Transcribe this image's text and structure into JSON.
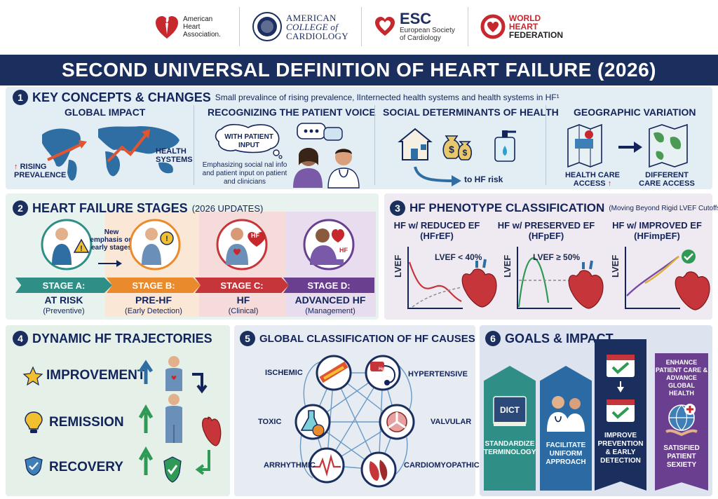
{
  "logos": {
    "aha": "American Heart Association.",
    "acc_line1": "AMERICAN",
    "acc_line2": "COLLEGE of",
    "acc_line3": "CARDIOLOGY",
    "esc_abbr": "ESC",
    "esc_line1": "European Society",
    "esc_line2": "of Cardiology",
    "whf_line1": "WORLD",
    "whf_line2": "HEART",
    "whf_line3": "FEDERATION"
  },
  "title": "SECOND UNIVERSAL DEFINITION OF HEART FAILURE (2026)",
  "section1": {
    "number": "1",
    "title": "KEY CONCEPTS & CHANGES",
    "subtitle": "Small prevalince of rising prevalence, lInternected health systems and health systems in HF¹",
    "global_impact": {
      "heading": "GLOBAL IMPACT",
      "rising": "RISING",
      "prevalence": "PREVALENCE",
      "health": "HEALTH",
      "systems": "SYSTEMS"
    },
    "patient_voice": {
      "heading": "RECOGNIZING THE PATIENT VOICE",
      "bubble": "WITH PATIENT INPUT",
      "caption": "Emphasizing social nal info and patient input on patient and clinicians"
    },
    "social": {
      "heading": "SOCIAL DETERMINANTS OF HEALTH",
      "risk": "to HF risk"
    },
    "geo": {
      "heading": "GEOGRAPHIC VARIATION",
      "access_1": "HEALTH CARE",
      "access_2": "ACCESS",
      "diff_1": "DIFFERENT",
      "diff_2": "CARE ACCESS"
    }
  },
  "section2": {
    "number": "2",
    "title": "HEART FAILURE STAGES",
    "subtitle": "(2026 UPDATES)",
    "note": "New emphasis on early stages",
    "stages": [
      {
        "bar": "STAGE A:",
        "name": "AT RISK",
        "desc": "(Preventive)",
        "color": "#2f8f86"
      },
      {
        "bar": "STAGE B:",
        "name": "PRE-HF",
        "desc": "(Early Detection)",
        "color": "#e98a2c"
      },
      {
        "bar": "STAGE C:",
        "name": "HF",
        "desc": "(Clinical)",
        "color": "#c6353a"
      },
      {
        "bar": "STAGE D:",
        "name": "ADVANCED HF",
        "desc": "(Management)",
        "color": "#6a3f8f"
      }
    ],
    "hf_badge": "HF"
  },
  "section3": {
    "number": "3",
    "title": "HF PHENOTYPE CLASSIFICATION",
    "subtitle": "(Moving Beyond Rigid LVEF Cutoffs)",
    "phenotypes": [
      {
        "line1": "HF w/ REDUCED EF",
        "line2": "(HFrEF)",
        "cut": "LVEF < 40%",
        "axis": "LVEF"
      },
      {
        "line1": "HF w/ PRESERVED EF",
        "line2": "(HFpEF)",
        "cut": "LVEF ≥ 50%",
        "axis": "LVEF"
      },
      {
        "line1": "HF w/ IMPROVED EF",
        "line2": "(HFimpEF)",
        "cut": "",
        "axis": "LVEF"
      }
    ]
  },
  "section4": {
    "number": "4",
    "title": "DYNAMIC HF TRAJECTORIES",
    "items": [
      "IMPROVEMENT",
      "REMISSION",
      "RECOVERY"
    ]
  },
  "section5": {
    "number": "5",
    "title": "GLOBAL CLASSIFICATION OF HF CAUSES",
    "causes": {
      "ischemic": "ISCHEMIC",
      "hypertensive": "HYPERTENSIVE",
      "toxic": "TOXIC",
      "valvular": "VALVULAR",
      "arrhythmic": "ARRHYTHMIC",
      "cardiomyopathic": "CARDIOMYOPATHIC"
    },
    "hgh_label": "Hgh"
  },
  "section6": {
    "number": "6",
    "title": "GOALS & IMPACT",
    "goals": [
      {
        "text": "STANDARDIZE TERMINOLOGY",
        "book": "DICT",
        "color": "#2f8f86"
      },
      {
        "text": "FACILITATE UNIFORM APPROACH",
        "color": "#2b6aa3"
      },
      {
        "text": "IMPROVE PREVENTION & EARLY DETECTION",
        "color": "#1b2f5e"
      },
      {
        "text": "SATISFIED PATIENT SEXIETY",
        "top": "ENHANCE PATIENT CARE & ADVANCE GLOBAL HEALTH",
        "color": "#6a3f8f"
      }
    ]
  }
}
